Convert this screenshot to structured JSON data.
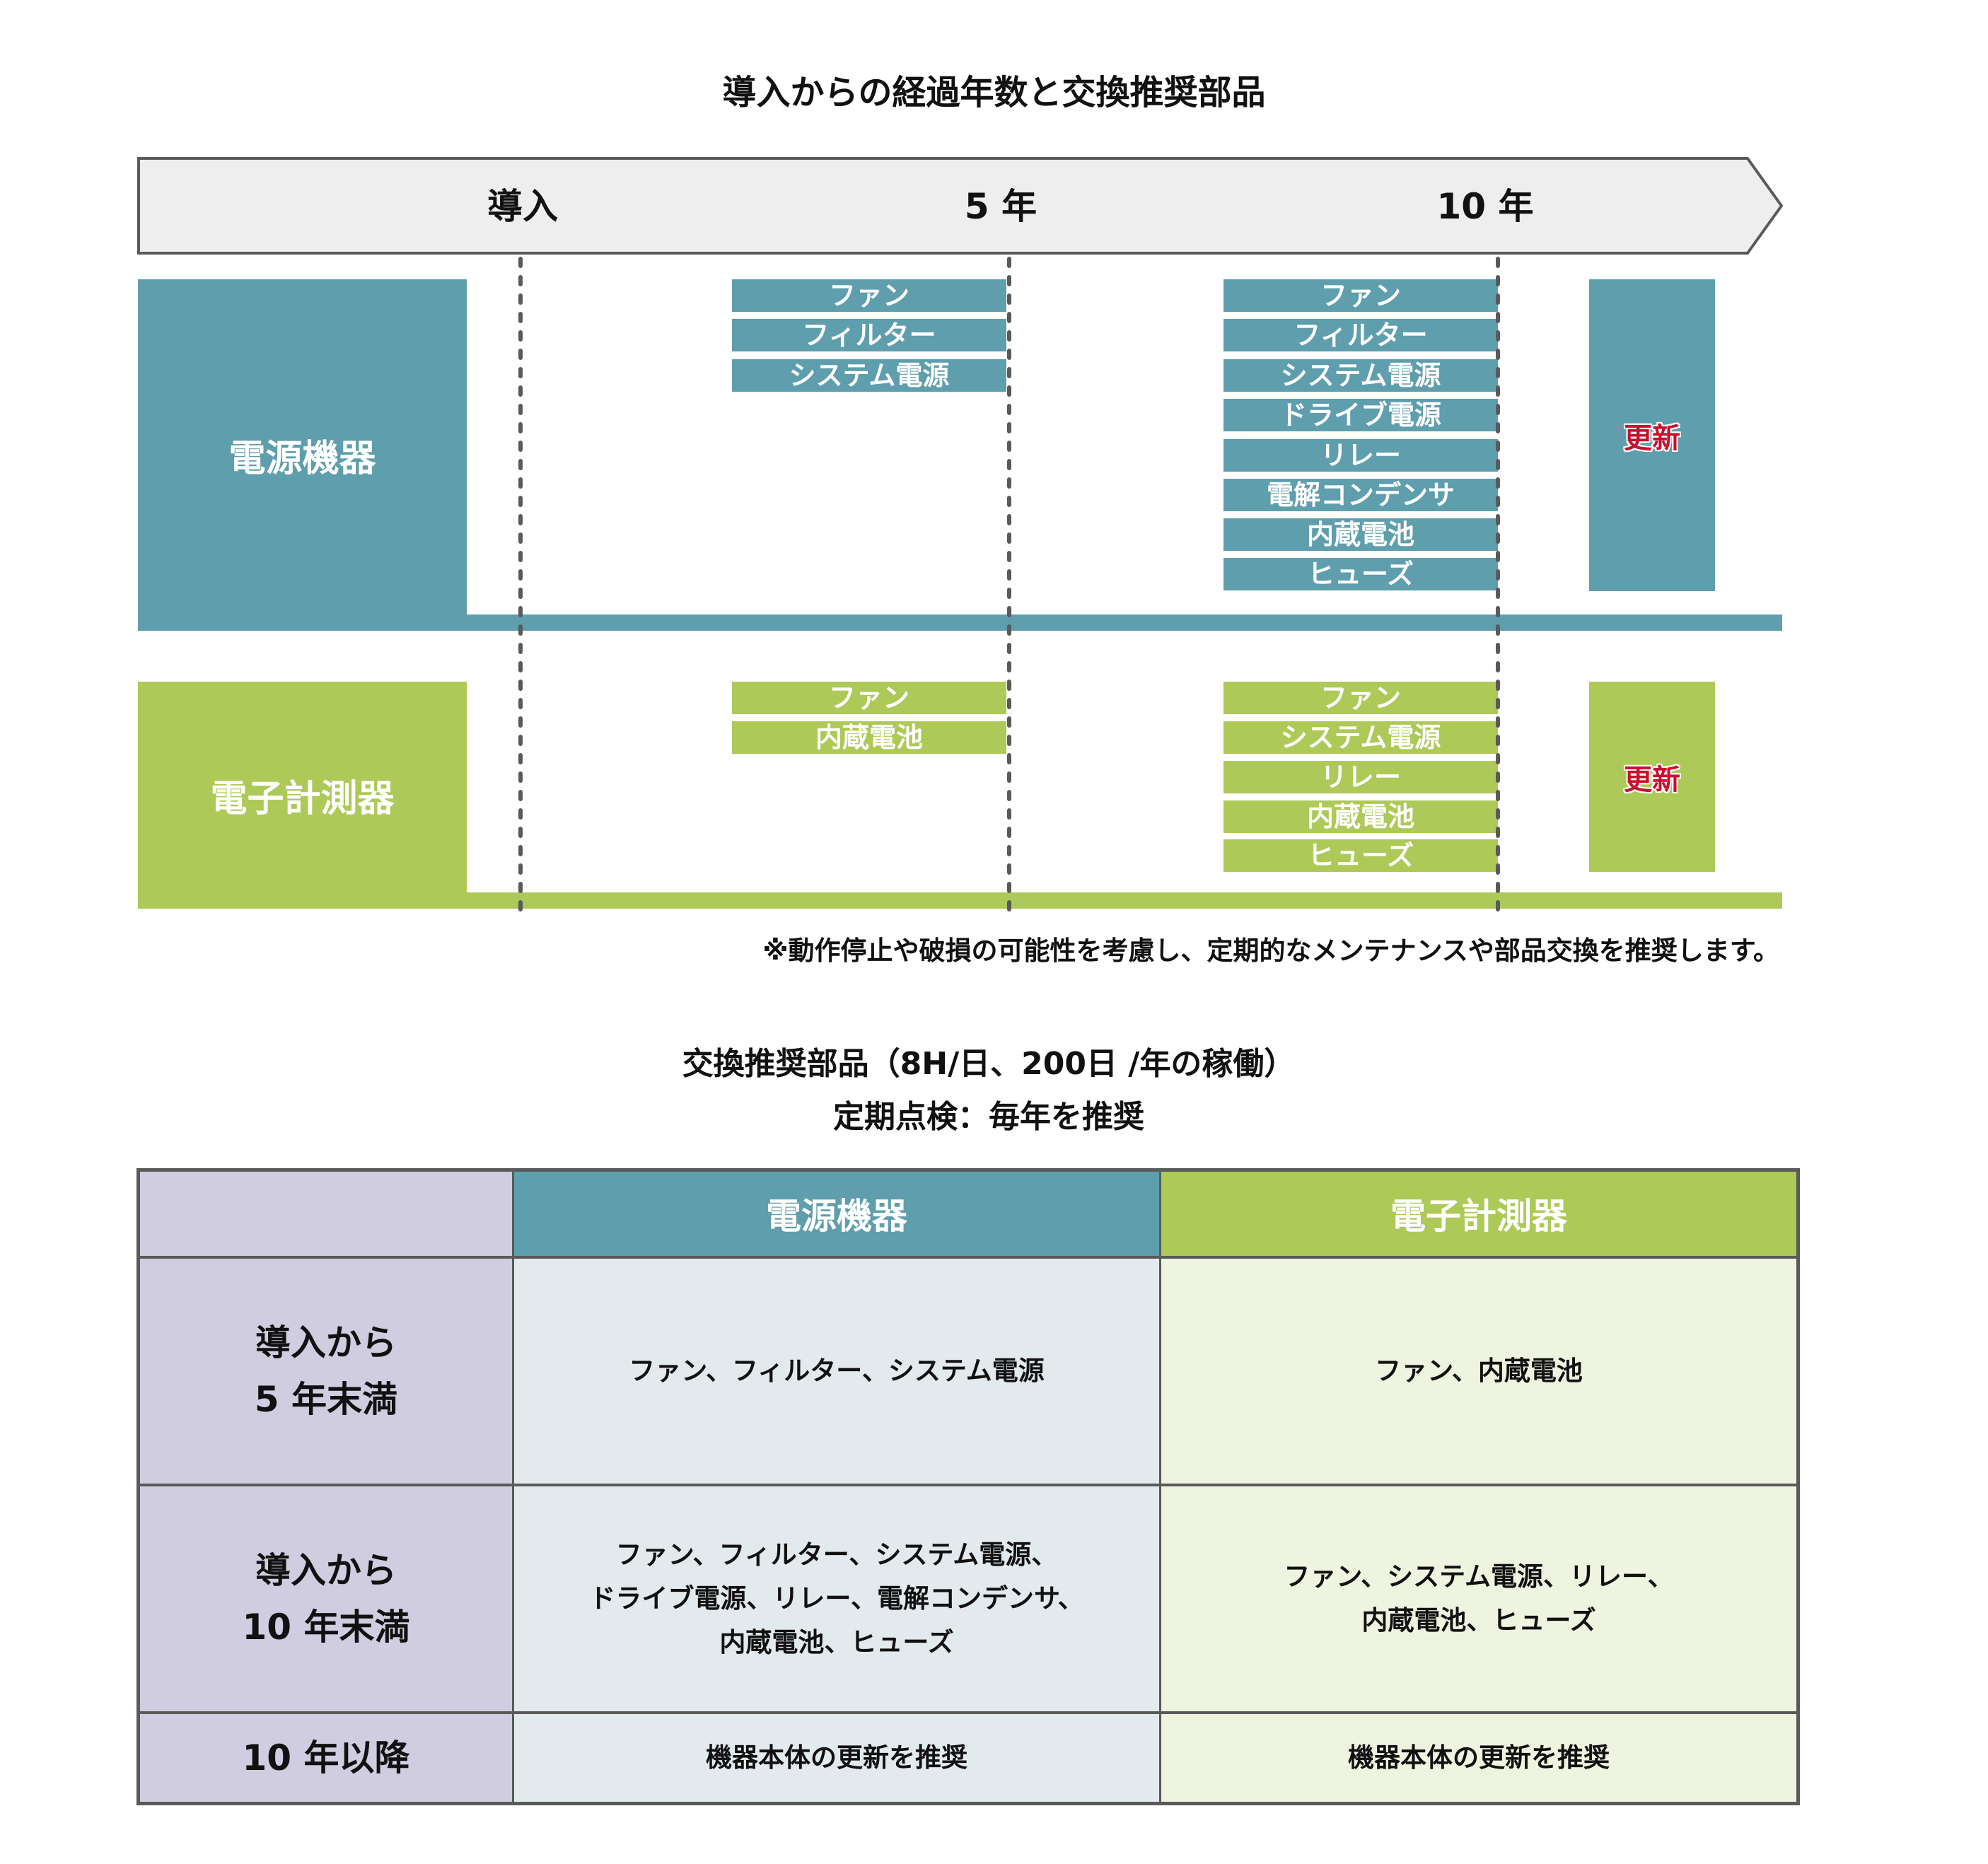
{
  "title": "導入からの経過年数と交換推奨部品",
  "colors": {
    "power": "#5f9eac",
    "measure": "#adc957",
    "label_column": "#d0cde1",
    "power_cell": "#e2eaed",
    "measure_cell": "#eef4e0",
    "renewal_text": "#c8102e",
    "timeline_fill": "#eeeeee",
    "line": "#5a5a5a"
  },
  "timeline": {
    "milestones": [
      "導入",
      "5 年",
      "10 年"
    ]
  },
  "categories": [
    {
      "name": "電源機器",
      "five_year": [
        "ファン",
        "フィルター",
        "システム電源"
      ],
      "ten_year": [
        "ファン",
        "フィルター",
        "システム電源",
        "ドライブ電源",
        "リレー",
        "電解コンデンサ",
        "内蔵電池",
        "ヒューズ"
      ],
      "renewal": "更新"
    },
    {
      "name": "電子計測器",
      "five_year": [
        "ファン",
        "内蔵電池"
      ],
      "ten_year": [
        "ファン",
        "システム電源",
        "リレー",
        "内蔵電池",
        "ヒューズ"
      ],
      "renewal": "更新"
    }
  ],
  "footnote": "※動作停止や破損の可能性を考慮し、定期的なメンテナンスや部品交換を推奨します。",
  "table": {
    "caption_lines": [
      "交換推奨部品（8H/日、200日 /年の稼働）",
      "定期点検：毎年を推奨"
    ],
    "header": [
      "",
      "電源機器",
      "電子計測器"
    ],
    "rows": [
      {
        "label_lines": [
          "導入から",
          "5 年末満"
        ],
        "power": [
          "ファン、フィルター、システム電源"
        ],
        "measure": [
          "ファン、内蔵電池"
        ]
      },
      {
        "label_lines": [
          "導入から",
          "10 年末満"
        ],
        "power": [
          "ファン、フィルター、システム電源、",
          "ドライブ電源、リレー、電解コンデンサ、",
          "内蔵電池、ヒューズ"
        ],
        "measure": [
          "ファン、システム電源、リレー、",
          "内蔵電池、ヒューズ"
        ]
      },
      {
        "label_lines": [
          "10 年以降"
        ],
        "power": [
          "機器本体の更新を推奨"
        ],
        "measure": [
          "機器本体の更新を推奨"
        ]
      }
    ]
  }
}
